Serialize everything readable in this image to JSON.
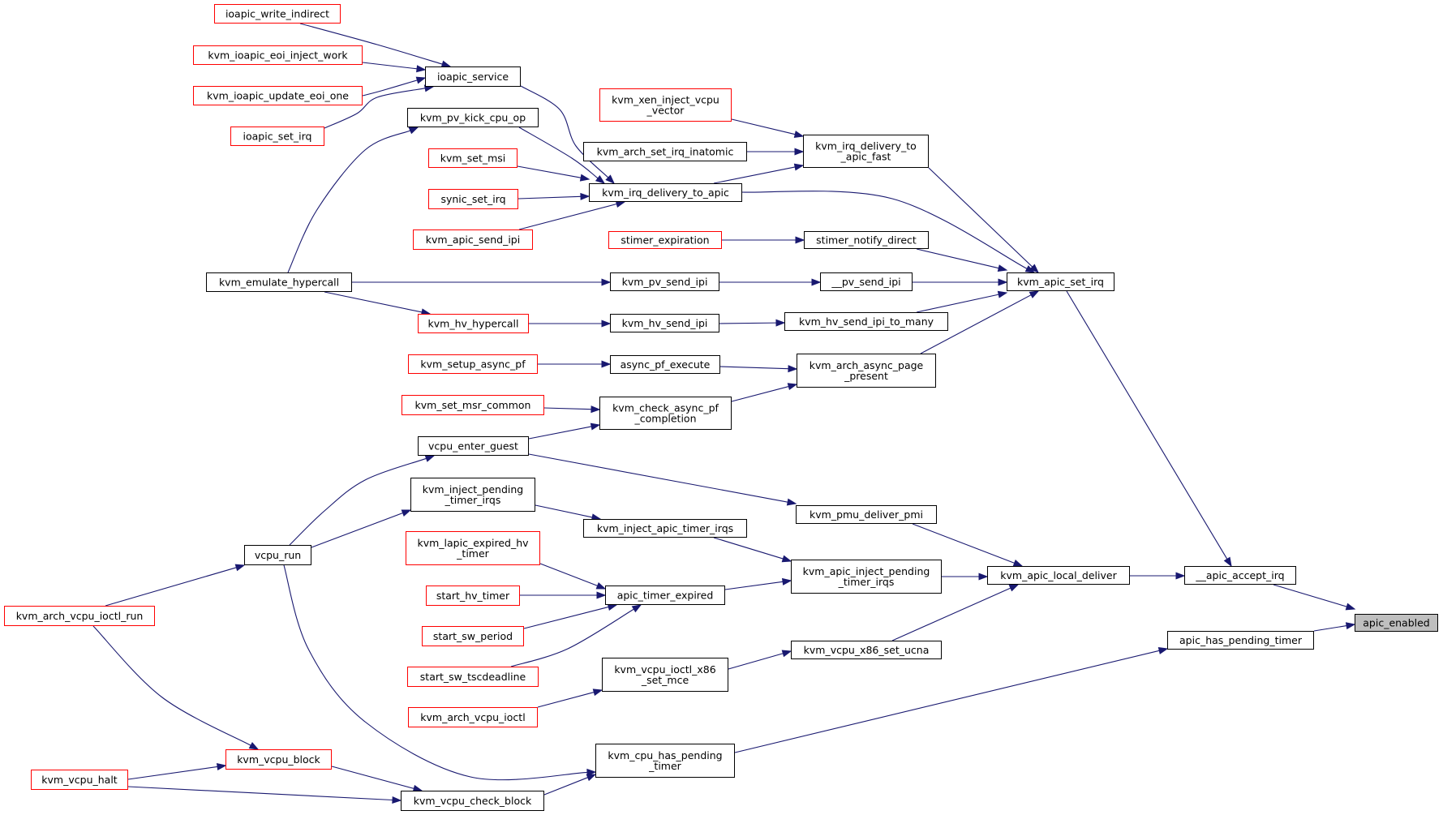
{
  "nodes": [
    {
      "id": "apic_enabled",
      "lines": [
        "apic_enabled"
      ],
      "kind": "focus"
    },
    {
      "id": "__apic_accept_irq",
      "lines": [
        "__apic_accept_irq"
      ],
      "kind": "plain"
    },
    {
      "id": "apic_has_pending_timer",
      "lines": [
        "apic_has_pending_timer"
      ],
      "kind": "plain"
    },
    {
      "id": "kvm_apic_set_irq",
      "lines": [
        "kvm_apic_set_irq"
      ],
      "kind": "plain"
    },
    {
      "id": "kvm_apic_local_deliver",
      "lines": [
        "kvm_apic_local_deliver"
      ],
      "kind": "plain"
    },
    {
      "id": "kvm_irq_delivery_to_apic_fast",
      "lines": [
        "kvm_irq_delivery_to",
        "_apic_fast"
      ],
      "kind": "plain"
    },
    {
      "id": "kvm_irq_delivery_to_apic",
      "lines": [
        "kvm_irq_delivery_to_apic"
      ],
      "kind": "plain"
    },
    {
      "id": "stimer_notify_direct",
      "lines": [
        "stimer_notify_direct"
      ],
      "kind": "plain"
    },
    {
      "id": "__pv_send_ipi",
      "lines": [
        "__pv_send_ipi"
      ],
      "kind": "plain"
    },
    {
      "id": "kvm_hv_send_ipi_to_many",
      "lines": [
        "kvm_hv_send_ipi_to_many"
      ],
      "kind": "plain"
    },
    {
      "id": "kvm_arch_async_page_present",
      "lines": [
        "kvm_arch_async_page",
        "_present"
      ],
      "kind": "plain"
    },
    {
      "id": "kvm_pmu_deliver_pmi",
      "lines": [
        "kvm_pmu_deliver_pmi"
      ],
      "kind": "plain"
    },
    {
      "id": "kvm_apic_inject_pending_timer_irqs",
      "lines": [
        "kvm_apic_inject_pending",
        "_timer_irqs"
      ],
      "kind": "plain"
    },
    {
      "id": "kvm_vcpu_x86_set_ucna",
      "lines": [
        "kvm_vcpu_x86_set_ucna"
      ],
      "kind": "plain"
    },
    {
      "id": "kvm_cpu_has_pending_timer",
      "lines": [
        "kvm_cpu_has_pending",
        "_timer"
      ],
      "kind": "plain"
    },
    {
      "id": "kvm_xen_inject_vcpu_vector",
      "lines": [
        "kvm_xen_inject_vcpu",
        "_vector"
      ],
      "kind": "red"
    },
    {
      "id": "kvm_arch_set_irq_inatomic",
      "lines": [
        "kvm_arch_set_irq_inatomic"
      ],
      "kind": "plain"
    },
    {
      "id": "stimer_expiration",
      "lines": [
        "stimer_expiration"
      ],
      "kind": "red"
    },
    {
      "id": "kvm_pv_send_ipi",
      "lines": [
        "kvm_pv_send_ipi"
      ],
      "kind": "plain"
    },
    {
      "id": "kvm_hv_send_ipi",
      "lines": [
        "kvm_hv_send_ipi"
      ],
      "kind": "plain"
    },
    {
      "id": "async_pf_execute",
      "lines": [
        "async_pf_execute"
      ],
      "kind": "plain"
    },
    {
      "id": "kvm_check_async_pf_completion",
      "lines": [
        "kvm_check_async_pf",
        "_completion"
      ],
      "kind": "plain"
    },
    {
      "id": "kvm_inject_apic_timer_irqs",
      "lines": [
        "kvm_inject_apic_timer_irqs"
      ],
      "kind": "plain"
    },
    {
      "id": "apic_timer_expired",
      "lines": [
        "apic_timer_expired"
      ],
      "kind": "plain"
    },
    {
      "id": "kvm_vcpu_ioctl_x86_set_mce",
      "lines": [
        "kvm_vcpu_ioctl_x86",
        "_set_mce"
      ],
      "kind": "plain"
    },
    {
      "id": "kvm_vcpu_check_block",
      "lines": [
        "kvm_vcpu_check_block"
      ],
      "kind": "plain"
    },
    {
      "id": "ioapic_service",
      "lines": [
        "ioapic_service"
      ],
      "kind": "plain"
    },
    {
      "id": "kvm_pv_kick_cpu_op",
      "lines": [
        "kvm_pv_kick_cpu_op"
      ],
      "kind": "plain"
    },
    {
      "id": "kvm_set_msi",
      "lines": [
        "kvm_set_msi"
      ],
      "kind": "red"
    },
    {
      "id": "synic_set_irq",
      "lines": [
        "synic_set_irq"
      ],
      "kind": "red"
    },
    {
      "id": "kvm_apic_send_ipi",
      "lines": [
        "kvm_apic_send_ipi"
      ],
      "kind": "red"
    },
    {
      "id": "kvm_emulate_hypercall",
      "lines": [
        "kvm_emulate_hypercall"
      ],
      "kind": "plain"
    },
    {
      "id": "kvm_hv_hypercall",
      "lines": [
        "kvm_hv_hypercall"
      ],
      "kind": "red"
    },
    {
      "id": "kvm_setup_async_pf",
      "lines": [
        "kvm_setup_async_pf"
      ],
      "kind": "red"
    },
    {
      "id": "kvm_set_msr_common",
      "lines": [
        "kvm_set_msr_common"
      ],
      "kind": "red"
    },
    {
      "id": "vcpu_enter_guest",
      "lines": [
        "vcpu_enter_guest"
      ],
      "kind": "plain"
    },
    {
      "id": "kvm_inject_pending_timer_irqs",
      "lines": [
        "kvm_inject_pending",
        "_timer_irqs"
      ],
      "kind": "plain"
    },
    {
      "id": "kvm_lapic_expired_hv_timer",
      "lines": [
        "kvm_lapic_expired_hv",
        "_timer"
      ],
      "kind": "red"
    },
    {
      "id": "start_hv_timer",
      "lines": [
        "start_hv_timer"
      ],
      "kind": "red"
    },
    {
      "id": "start_sw_period",
      "lines": [
        "start_sw_period"
      ],
      "kind": "red"
    },
    {
      "id": "start_sw_tscdeadline",
      "lines": [
        "start_sw_tscdeadline"
      ],
      "kind": "red"
    },
    {
      "id": "kvm_arch_vcpu_ioctl",
      "lines": [
        "kvm_arch_vcpu_ioctl"
      ],
      "kind": "red"
    },
    {
      "id": "ioapic_write_indirect",
      "lines": [
        "ioapic_write_indirect"
      ],
      "kind": "red"
    },
    {
      "id": "kvm_ioapic_eoi_inject_work",
      "lines": [
        "kvm_ioapic_eoi_inject_work"
      ],
      "kind": "red"
    },
    {
      "id": "kvm_ioapic_update_eoi_one",
      "lines": [
        "kvm_ioapic_update_eoi_one"
      ],
      "kind": "red"
    },
    {
      "id": "ioapic_set_irq",
      "lines": [
        "ioapic_set_irq"
      ],
      "kind": "red"
    },
    {
      "id": "vcpu_run",
      "lines": [
        "vcpu_run"
      ],
      "kind": "plain"
    },
    {
      "id": "kvm_vcpu_block",
      "lines": [
        "kvm_vcpu_block"
      ],
      "kind": "red"
    },
    {
      "id": "kvm_arch_vcpu_ioctl_run",
      "lines": [
        "kvm_arch_vcpu_ioctl_run"
      ],
      "kind": "red"
    },
    {
      "id": "kvm_vcpu_halt",
      "lines": [
        "kvm_vcpu_halt"
      ],
      "kind": "red"
    }
  ],
  "edges": [
    [
      "__apic_accept_irq",
      "apic_enabled"
    ],
    [
      "apic_has_pending_timer",
      "apic_enabled"
    ],
    [
      "kvm_apic_set_irq",
      "__apic_accept_irq"
    ],
    [
      "kvm_apic_local_deliver",
      "__apic_accept_irq"
    ],
    [
      "kvm_irq_delivery_to_apic_fast",
      "kvm_apic_set_irq"
    ],
    [
      "kvm_irq_delivery_to_apic",
      "kvm_apic_set_irq"
    ],
    [
      "stimer_notify_direct",
      "kvm_apic_set_irq"
    ],
    [
      "__pv_send_ipi",
      "kvm_apic_set_irq"
    ],
    [
      "kvm_hv_send_ipi_to_many",
      "kvm_apic_set_irq"
    ],
    [
      "kvm_arch_async_page_present",
      "kvm_apic_set_irq"
    ],
    [
      "kvm_pmu_deliver_pmi",
      "kvm_apic_local_deliver"
    ],
    [
      "kvm_apic_inject_pending_timer_irqs",
      "kvm_apic_local_deliver"
    ],
    [
      "kvm_vcpu_x86_set_ucna",
      "kvm_apic_local_deliver"
    ],
    [
      "kvm_cpu_has_pending_timer",
      "apic_has_pending_timer"
    ],
    [
      "kvm_xen_inject_vcpu_vector",
      "kvm_irq_delivery_to_apic_fast"
    ],
    [
      "kvm_arch_set_irq_inatomic",
      "kvm_irq_delivery_to_apic_fast"
    ],
    [
      "kvm_irq_delivery_to_apic",
      "kvm_irq_delivery_to_apic_fast"
    ],
    [
      "ioapic_service",
      "kvm_irq_delivery_to_apic"
    ],
    [
      "kvm_pv_kick_cpu_op",
      "kvm_irq_delivery_to_apic"
    ],
    [
      "kvm_set_msi",
      "kvm_irq_delivery_to_apic"
    ],
    [
      "synic_set_irq",
      "kvm_irq_delivery_to_apic"
    ],
    [
      "kvm_apic_send_ipi",
      "kvm_irq_delivery_to_apic"
    ],
    [
      "stimer_expiration",
      "stimer_notify_direct"
    ],
    [
      "kvm_pv_send_ipi",
      "__pv_send_ipi"
    ],
    [
      "kvm_hv_send_ipi",
      "kvm_hv_send_ipi_to_many"
    ],
    [
      "async_pf_execute",
      "kvm_arch_async_page_present"
    ],
    [
      "kvm_check_async_pf_completion",
      "kvm_arch_async_page_present"
    ],
    [
      "vcpu_enter_guest",
      "kvm_pmu_deliver_pmi"
    ],
    [
      "kvm_inject_apic_timer_irqs",
      "kvm_apic_inject_pending_timer_irqs"
    ],
    [
      "apic_timer_expired",
      "kvm_apic_inject_pending_timer_irqs"
    ],
    [
      "kvm_vcpu_ioctl_x86_set_mce",
      "kvm_vcpu_x86_set_ucna"
    ],
    [
      "kvm_vcpu_check_block",
      "kvm_cpu_has_pending_timer"
    ],
    [
      "vcpu_run",
      "kvm_cpu_has_pending_timer"
    ],
    [
      "ioapic_write_indirect",
      "ioapic_service"
    ],
    [
      "kvm_ioapic_eoi_inject_work",
      "ioapic_service"
    ],
    [
      "kvm_ioapic_update_eoi_one",
      "ioapic_service"
    ],
    [
      "ioapic_set_irq",
      "ioapic_service"
    ],
    [
      "kvm_emulate_hypercall",
      "kvm_pv_kick_cpu_op"
    ],
    [
      "kvm_emulate_hypercall",
      "kvm_pv_send_ipi"
    ],
    [
      "kvm_emulate_hypercall",
      "kvm_hv_hypercall"
    ],
    [
      "kvm_hv_hypercall",
      "kvm_hv_send_ipi"
    ],
    [
      "kvm_setup_async_pf",
      "async_pf_execute"
    ],
    [
      "kvm_set_msr_common",
      "kvm_check_async_pf_completion"
    ],
    [
      "vcpu_enter_guest",
      "kvm_check_async_pf_completion"
    ],
    [
      "kvm_inject_pending_timer_irqs",
      "kvm_inject_apic_timer_irqs"
    ],
    [
      "kvm_lapic_expired_hv_timer",
      "apic_timer_expired"
    ],
    [
      "start_hv_timer",
      "apic_timer_expired"
    ],
    [
      "start_sw_period",
      "apic_timer_expired"
    ],
    [
      "start_sw_tscdeadline",
      "apic_timer_expired"
    ],
    [
      "kvm_arch_vcpu_ioctl",
      "kvm_vcpu_ioctl_x86_set_mce"
    ],
    [
      "vcpu_run",
      "vcpu_enter_guest"
    ],
    [
      "vcpu_run",
      "kvm_inject_pending_timer_irqs"
    ],
    [
      "kvm_arch_vcpu_ioctl_run",
      "vcpu_run"
    ],
    [
      "kvm_arch_vcpu_ioctl_run",
      "kvm_vcpu_block"
    ],
    [
      "kvm_vcpu_halt",
      "kvm_vcpu_block"
    ],
    [
      "kvm_vcpu_block",
      "kvm_vcpu_check_block"
    ],
    [
      "kvm_vcpu_halt",
      "kvm_vcpu_check_block"
    ]
  ],
  "colors": {
    "edge": "#191970",
    "plain_border": "#000000",
    "red_border": "#ff0000",
    "focus_fill": "#bfbfbf",
    "node_fill": "#ffffff",
    "text": "#000000"
  }
}
